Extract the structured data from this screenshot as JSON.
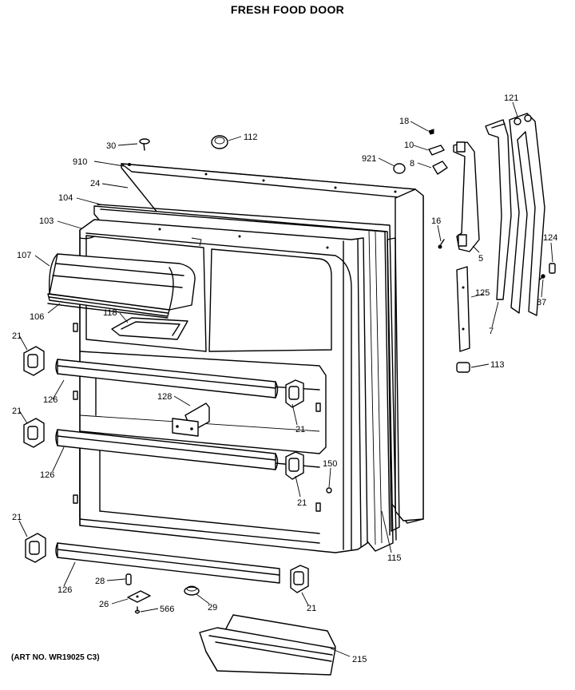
{
  "title": "FRESH FOOD DOOR",
  "art_no": "(ART NO. WR19025 C3)",
  "callouts": [
    {
      "label": "30"
    },
    {
      "label": "112"
    },
    {
      "label": "910"
    },
    {
      "label": "24"
    },
    {
      "label": "104"
    },
    {
      "label": "103"
    },
    {
      "label": "107"
    },
    {
      "label": "106"
    },
    {
      "label": "118"
    },
    {
      "label": "21"
    },
    {
      "label": "126"
    },
    {
      "label": "128"
    },
    {
      "label": "21"
    },
    {
      "label": "21"
    },
    {
      "label": "126"
    },
    {
      "label": "21"
    },
    {
      "label": "150"
    },
    {
      "label": "21"
    },
    {
      "label": "126"
    },
    {
      "label": "28"
    },
    {
      "label": "26"
    },
    {
      "label": "566"
    },
    {
      "label": "29"
    },
    {
      "label": "21"
    },
    {
      "label": "115"
    },
    {
      "label": "215"
    },
    {
      "label": "18"
    },
    {
      "label": "10"
    },
    {
      "label": "921"
    },
    {
      "label": "8"
    },
    {
      "label": "16"
    },
    {
      "label": "5"
    },
    {
      "label": "121"
    },
    {
      "label": "124"
    },
    {
      "label": "87"
    },
    {
      "label": "125"
    },
    {
      "label": "7"
    },
    {
      "label": "113"
    }
  ]
}
